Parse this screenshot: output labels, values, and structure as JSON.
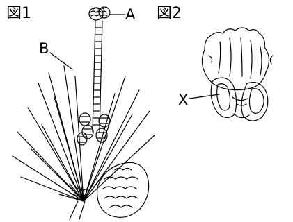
{
  "figures": [
    {
      "title": "図1",
      "labels": {
        "a": "A",
        "b": "B"
      }
    },
    {
      "title": "図2",
      "labels": {
        "x": "X"
      }
    }
  ]
}
